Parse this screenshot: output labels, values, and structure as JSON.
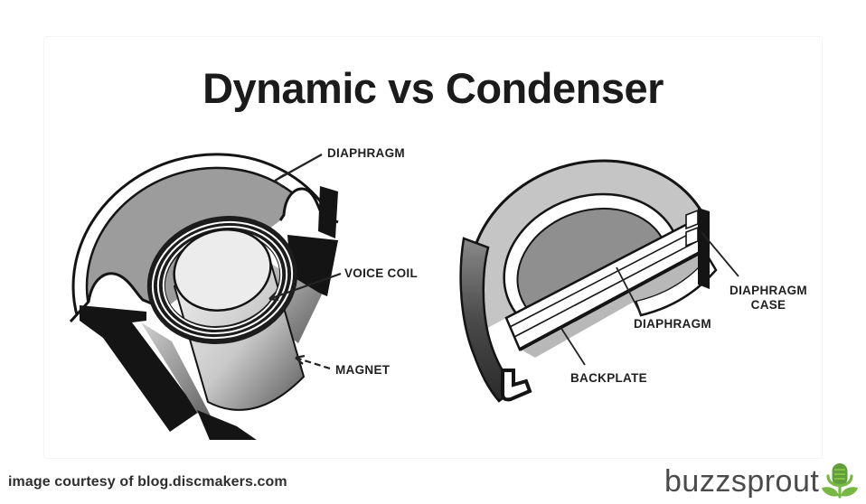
{
  "title": "Dynamic vs Condenser",
  "credit": "image courtesy of blog.discmakers.com",
  "logo": {
    "text": "buzzsprout",
    "icon": "sprout-microphone"
  },
  "diagrams": {
    "dynamic": {
      "labels": {
        "diaphragm": "DIAPHRAGM",
        "voice_coil": "VOICE COIL",
        "magnet": "MAGNET"
      }
    },
    "condenser": {
      "labels": {
        "diaphragm_case": "DIAPHRAGM CASE",
        "diaphragm": "DIAPHRAGM",
        "backplate": "BACKPLATE"
      }
    }
  },
  "colors": {
    "background": "#ffffff",
    "title_text": "#1b1b1b",
    "label_text": "#1f1f1f",
    "credit_text": "#2e2e2e",
    "logo_text": "#4b4b4b",
    "logo_green": "#76b843",
    "logo_green_dark": "#5d9c3c",
    "diagram_gray_light": "#c5c5c5",
    "diagram_gray_mid": "#9c9c9c",
    "diagram_gray_dark": "#8f8f8f",
    "outline_black": "#141414"
  }
}
